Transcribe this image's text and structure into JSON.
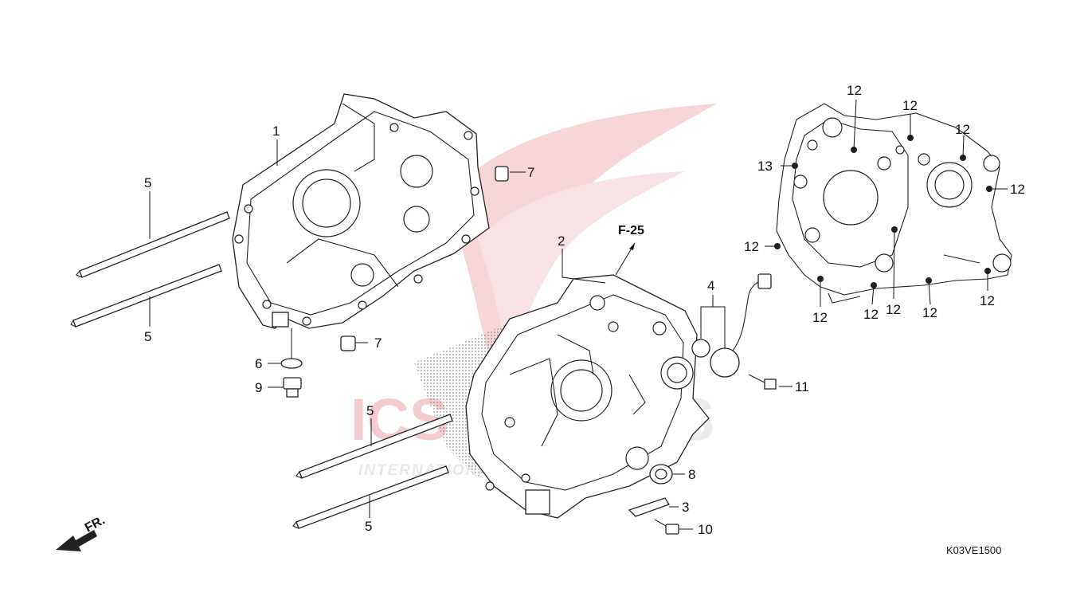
{
  "diagram_code": "K03VE1500",
  "reference_label": "F-25",
  "direction_label": "FR.",
  "watermark": {
    "brand": "ICS",
    "tagline": "INTERNATIONAL ... PARTS"
  },
  "callouts": [
    {
      "id": "c-1",
      "label": "1"
    },
    {
      "id": "c-2",
      "label": "2"
    },
    {
      "id": "c-3",
      "label": "3"
    },
    {
      "id": "c-4",
      "label": "4"
    },
    {
      "id": "c-5a",
      "label": "5"
    },
    {
      "id": "c-5b",
      "label": "5"
    },
    {
      "id": "c-5c",
      "label": "5"
    },
    {
      "id": "c-5d",
      "label": "5"
    },
    {
      "id": "c-6",
      "label": "6"
    },
    {
      "id": "c-7a",
      "label": "7"
    },
    {
      "id": "c-7b",
      "label": "7"
    },
    {
      "id": "c-8",
      "label": "8"
    },
    {
      "id": "c-9",
      "label": "9"
    },
    {
      "id": "c-10",
      "label": "10"
    },
    {
      "id": "c-11",
      "label": "11"
    },
    {
      "id": "c-12a",
      "label": "12"
    },
    {
      "id": "c-12b",
      "label": "12"
    },
    {
      "id": "c-12c",
      "label": "12"
    },
    {
      "id": "c-12d",
      "label": "12"
    },
    {
      "id": "c-12e",
      "label": "12"
    },
    {
      "id": "c-12f",
      "label": "12"
    },
    {
      "id": "c-12g",
      "label": "12"
    },
    {
      "id": "c-12h",
      "label": "12"
    },
    {
      "id": "c-12i",
      "label": "12"
    },
    {
      "id": "c-12j",
      "label": "12"
    },
    {
      "id": "c-13",
      "label": "13"
    }
  ],
  "colors": {
    "line": "#222222",
    "watermark_red": "#e8a0a6",
    "watermark_grey": "#d9d9d9"
  }
}
